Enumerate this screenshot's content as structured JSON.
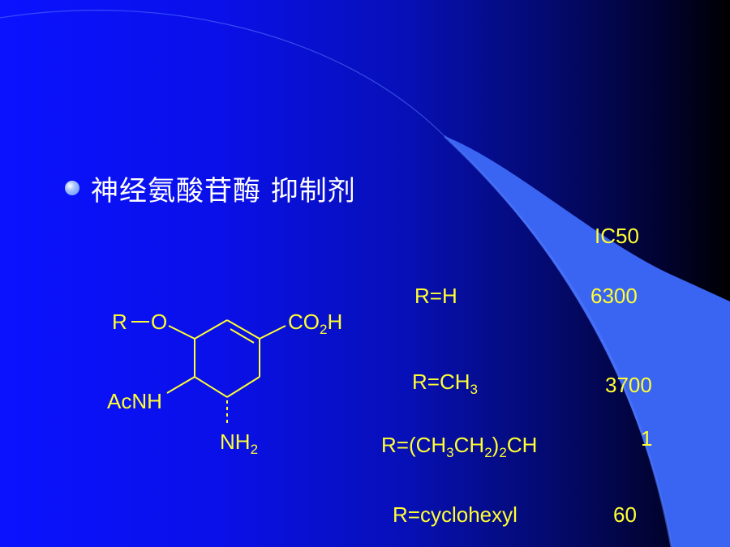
{
  "slide": {
    "bullet_text": "神经氨酸苷酶 抑制剂",
    "column_header": "IC50",
    "colors": {
      "text": "#ffff33",
      "title": "#ffffff",
      "bullet": "#6f9cf5"
    }
  },
  "structure": {
    "r_label": "R",
    "o_label": "O",
    "co2h": {
      "main": "CO",
      "sub": "2",
      "tail": "H"
    },
    "acnh": "AcNH",
    "nh2": {
      "main": "NH",
      "sub": "2"
    }
  },
  "rows": [
    {
      "r_group": {
        "parts": [
          {
            "t": "R=H"
          }
        ]
      },
      "ic50": "6300"
    },
    {
      "r_group": {
        "parts": [
          {
            "t": "R=CH"
          },
          {
            "sub": "3"
          }
        ]
      },
      "ic50": "3700"
    },
    {
      "r_group": {
        "parts": [
          {
            "t": "R=(CH"
          },
          {
            "sub": "3"
          },
          {
            "t": "CH"
          },
          {
            "sub": "2"
          },
          {
            "t": ")"
          },
          {
            "sub": "2"
          },
          {
            "t": "CH"
          }
        ]
      },
      "ic50": "1"
    },
    {
      "r_group": {
        "parts": [
          {
            "t": "R=cyclohexyl"
          }
        ]
      },
      "ic50": "60"
    }
  ]
}
